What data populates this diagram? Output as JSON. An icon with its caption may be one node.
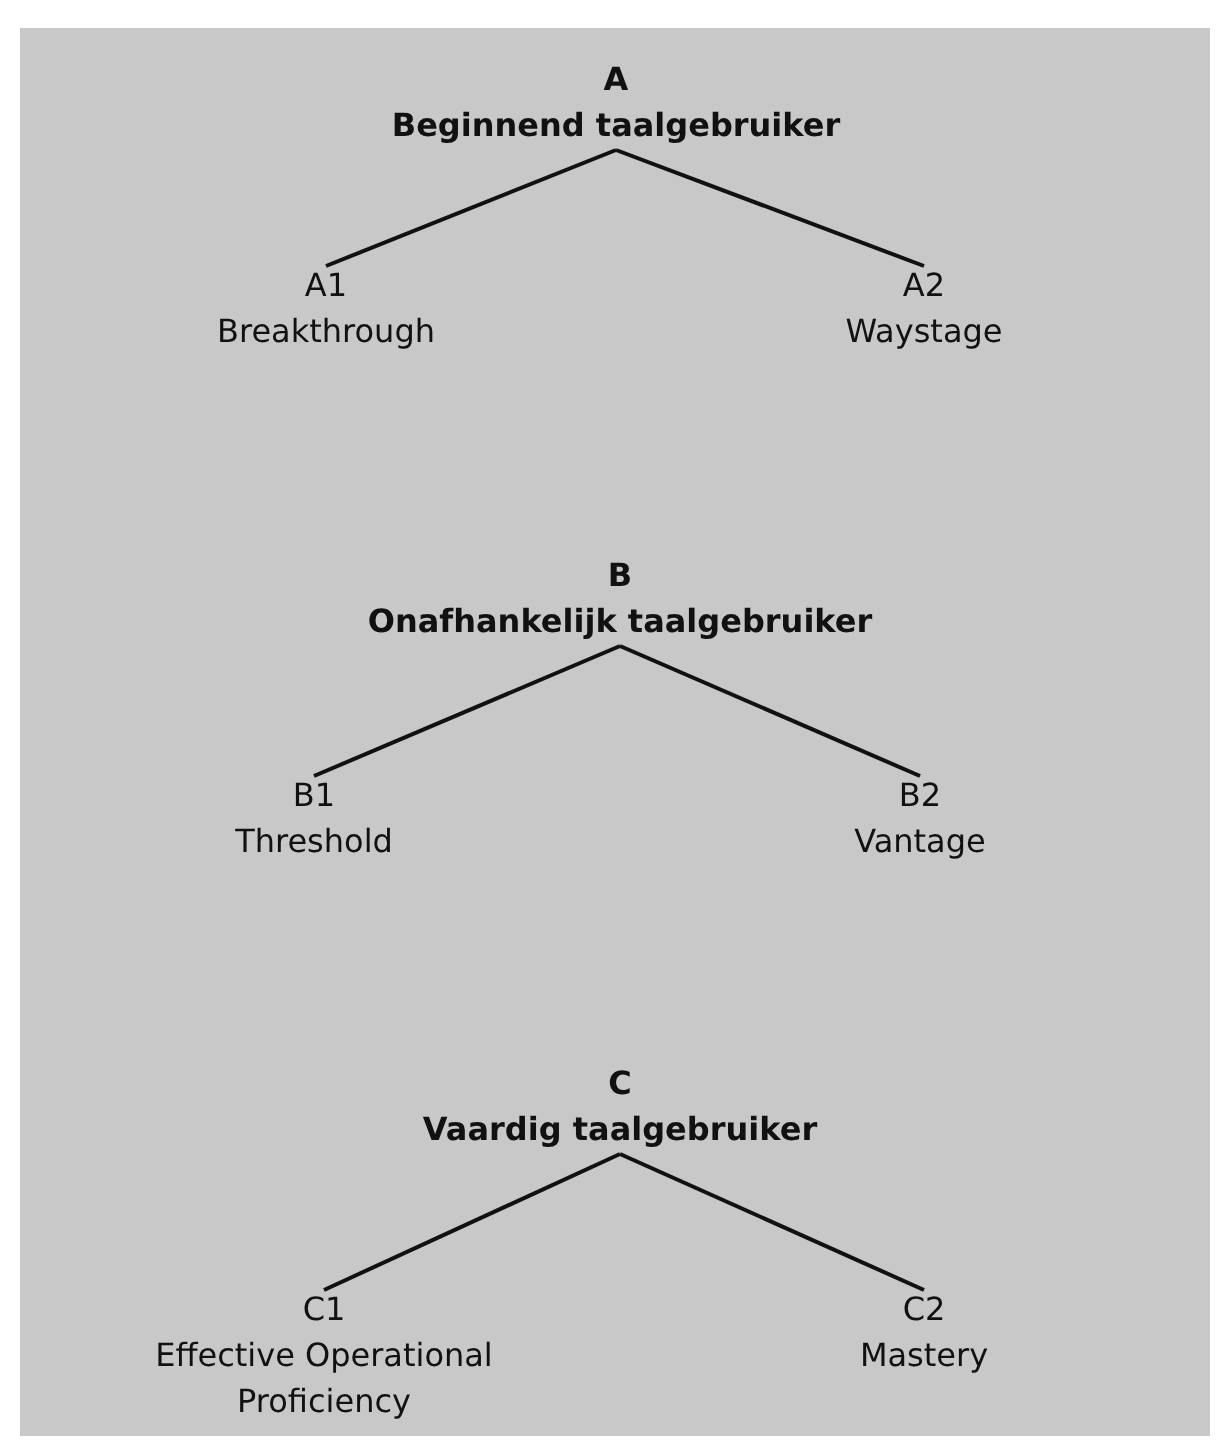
{
  "diagram": {
    "nodes": [
      {
        "text": [
          "A",
          "Beginnend taalgebruiker"
        ]
      },
      {
        "text": [
          "A1",
          "Breakthrough"
        ]
      },
      {
        "text": [
          "A2",
          "Waystage"
        ]
      },
      {
        "text": [
          "B",
          "Onafhankelijk taalgebruiker"
        ]
      },
      {
        "text": [
          "B1",
          "Threshold"
        ]
      },
      {
        "text": [
          "B2",
          "Vantage"
        ]
      },
      {
        "text": [
          "C",
          "Vaardig taalgebruiker"
        ]
      },
      {
        "text": [
          "C1",
          "Effective Operational Proficiency"
        ]
      },
      {
        "text": [
          "C2",
          "Mastery"
        ]
      }
    ],
    "edges": [
      {
        "from": 0,
        "to": 1,
        "arrow": "none"
      },
      {
        "from": 0,
        "to": 2,
        "arrow": "none"
      },
      {
        "from": 3,
        "to": 4,
        "arrow": "none"
      },
      {
        "from": 3,
        "to": 5,
        "arrow": "none"
      },
      {
        "from": 6,
        "to": 7,
        "arrow": "none"
      },
      {
        "from": 6,
        "to": 8,
        "arrow": "none"
      }
    ]
  }
}
